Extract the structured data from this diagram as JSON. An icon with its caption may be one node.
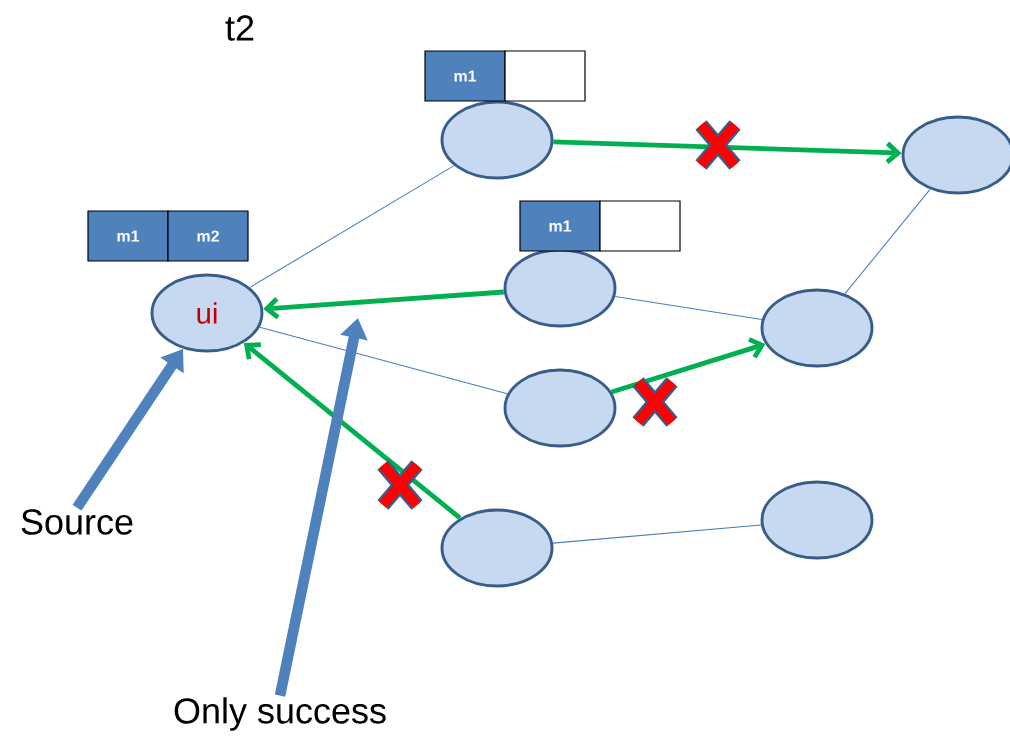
{
  "diagram": {
    "nodes": [
      {
        "text": [
          "ui"
        ]
      },
      {
        "text": [],
        "shape": "circle"
      },
      {
        "text": [],
        "shape": "circle"
      },
      {
        "text": [],
        "shape": "circle"
      },
      {
        "text": [],
        "shape": "circle"
      },
      {
        "text": [],
        "shape": "circle"
      },
      {
        "text": [],
        "shape": "circle"
      },
      {
        "text": [],
        "shape": "circle"
      },
      {
        "text": [
          "Source"
        ]
      },
      {
        "text": [
          "Only success"
        ]
      },
      {
        "text": [
          "m1"
        ]
      },
      {
        "text": [
          "m2"
        ]
      },
      {
        "text": [
          "m1"
        ]
      },
      {
        "text": [],
        "shape": "box"
      },
      {
        "text": [
          "m1"
        ]
      },
      {
        "text": [],
        "shape": "box"
      }
    ],
    "edges": [
      {
        "from": 0,
        "to": 1,
        "arrow": "none"
      },
      {
        "from": 0,
        "to": 5,
        "arrow": "none"
      },
      {
        "from": 3,
        "to": 4,
        "arrow": "none"
      },
      {
        "from": 2,
        "to": 4,
        "arrow": "none"
      },
      {
        "from": 6,
        "to": 7,
        "arrow": "none"
      },
      {
        "from": 1,
        "to": 2,
        "arrow": "to",
        "color": "#00b050"
      },
      {
        "from": 3,
        "to": 0,
        "arrow": "to",
        "color": "#00b050"
      },
      {
        "from": 5,
        "to": 4,
        "arrow": "to",
        "color": "#00b050"
      },
      {
        "from": 6,
        "to": 0,
        "arrow": "to",
        "color": "#00b050"
      },
      {
        "from": 8,
        "to": 0,
        "arrow": "to",
        "style": "thick",
        "color": "#4f81bd"
      },
      {
        "from": 9,
        "to": null,
        "arrow": "to",
        "style": "thick",
        "color": "#4f81bd"
      }
    ],
    "labels": [
      "t2"
    ]
  }
}
